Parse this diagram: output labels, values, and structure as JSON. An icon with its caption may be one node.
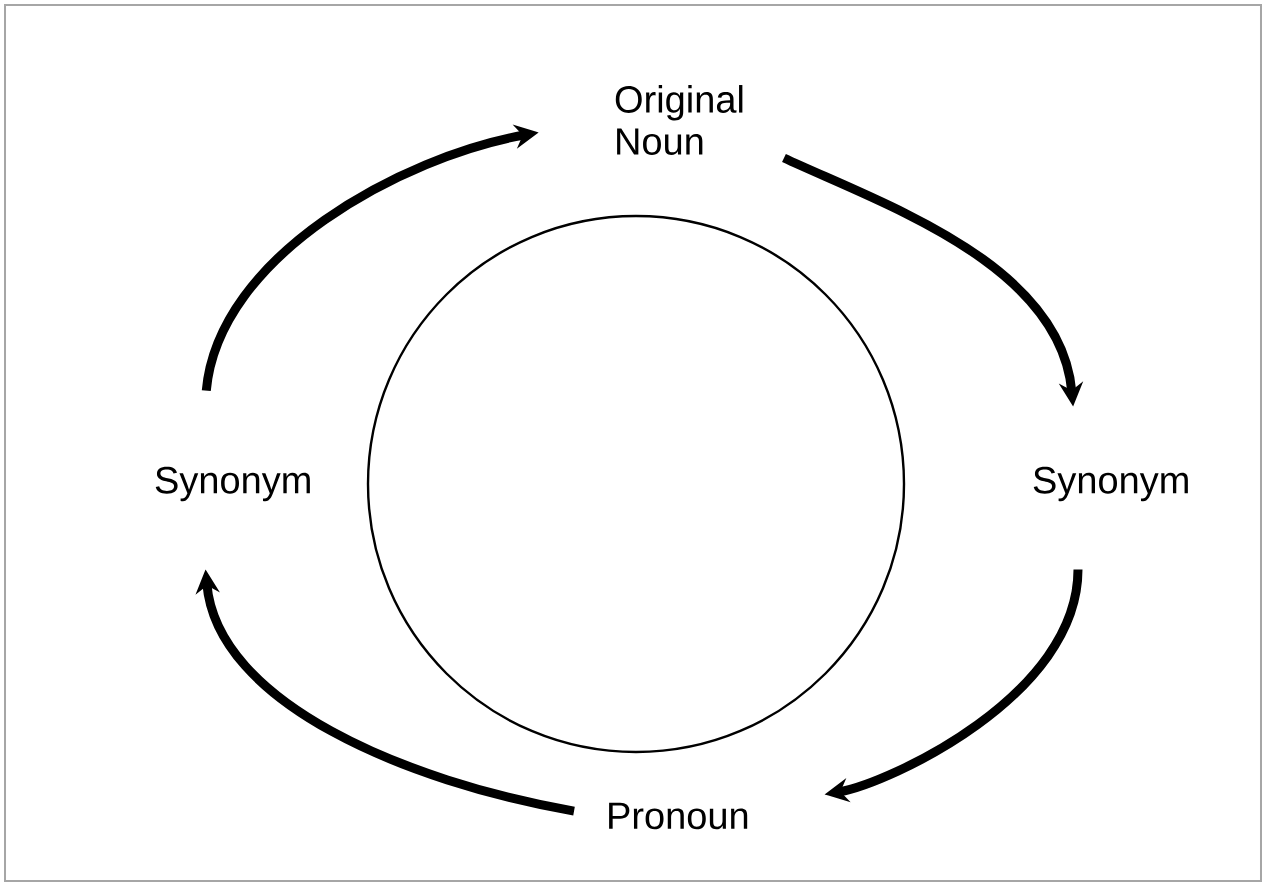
{
  "diagram": {
    "nodes": [
      {
        "text": [
          "Original Noun"
        ]
      },
      {
        "text": [
          "Synonym"
        ]
      },
      {
        "text": [
          "Pronoun"
        ]
      },
      {
        "text": [
          "Synonym"
        ]
      }
    ],
    "edges": [
      {
        "from": 0,
        "to": 1,
        "arrow": "to"
      },
      {
        "from": 1,
        "to": 2,
        "arrow": "to"
      },
      {
        "from": 2,
        "to": 3,
        "arrow": "to"
      },
      {
        "from": 3,
        "to": 0,
        "arrow": "to"
      }
    ]
  }
}
